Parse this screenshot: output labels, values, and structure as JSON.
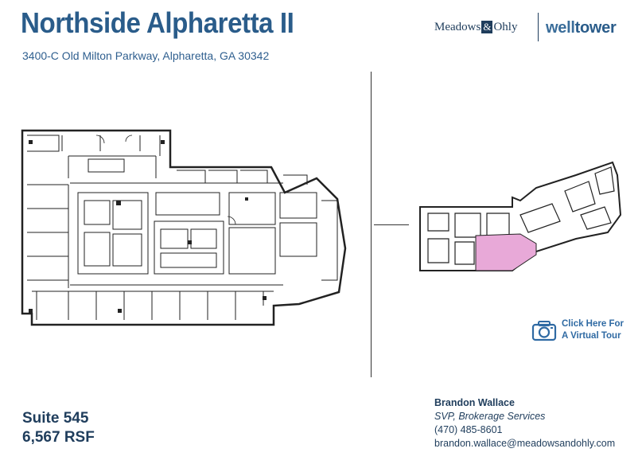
{
  "property": {
    "title": "Northside Alpharetta II",
    "address": "3400-C Old Milton Parkway, Alpharetta, GA 30342"
  },
  "branding": {
    "meadows_left": "Meadows",
    "meadows_amp": "&",
    "meadows_right": "Ohly",
    "welltower_light": "well",
    "welltower_bold": "tower"
  },
  "suite": {
    "name": "Suite 545",
    "area": "6,567 RSF"
  },
  "virtual_tour": {
    "line1": "Click Here For",
    "line2": "A Virtual Tour",
    "icon": "camera-icon"
  },
  "contact": {
    "name": "Brandon Wallace",
    "role": "SVP, Brokerage Services",
    "phone": "(470) 485-8601",
    "email": "brandon.wallace@meadowsandohly.com"
  },
  "colors": {
    "title": "#2a5c8a",
    "text": "#1f3d5c",
    "highlight": "#e8a9d8",
    "accent": "#2f6aa3"
  }
}
